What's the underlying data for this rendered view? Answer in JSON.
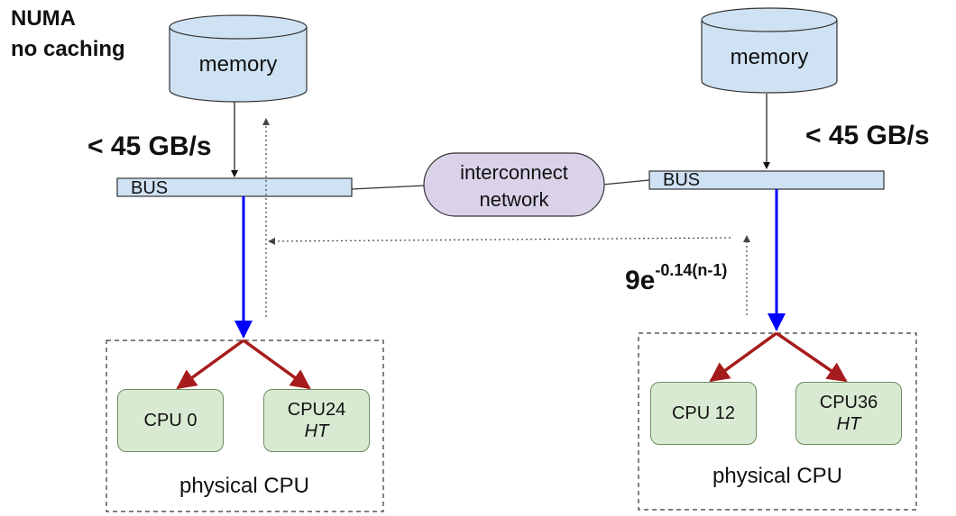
{
  "title": {
    "line1": "NUMA",
    "line2": "no caching"
  },
  "nodes": [
    {
      "memory_label": "memory",
      "bandwidth": "< 45 GB/s",
      "bus_label": "BUS",
      "cpus": [
        {
          "name": "CPU 0",
          "tag": ""
        },
        {
          "name": "CPU24",
          "tag": "HT"
        }
      ],
      "group_label": "physical CPU"
    },
    {
      "memory_label": "memory",
      "bandwidth": "< 45 GB/s",
      "bus_label": "BUS",
      "cpus": [
        {
          "name": "CPU 12",
          "tag": ""
        },
        {
          "name": "CPU36",
          "tag": "HT"
        }
      ],
      "group_label": "physical CPU"
    }
  ],
  "interconnect": {
    "line1": "interconnect",
    "line2": "network"
  },
  "remote_access": {
    "base": "9e",
    "exponent": "-0.14(n-1)"
  },
  "colors": {
    "memory_fill": "#cfe2f3",
    "network_fill": "#d9d2e9",
    "cpu_fill": "#d9ead3",
    "bus_link": "#0000ff",
    "cpu_link": "#a61c1c"
  }
}
